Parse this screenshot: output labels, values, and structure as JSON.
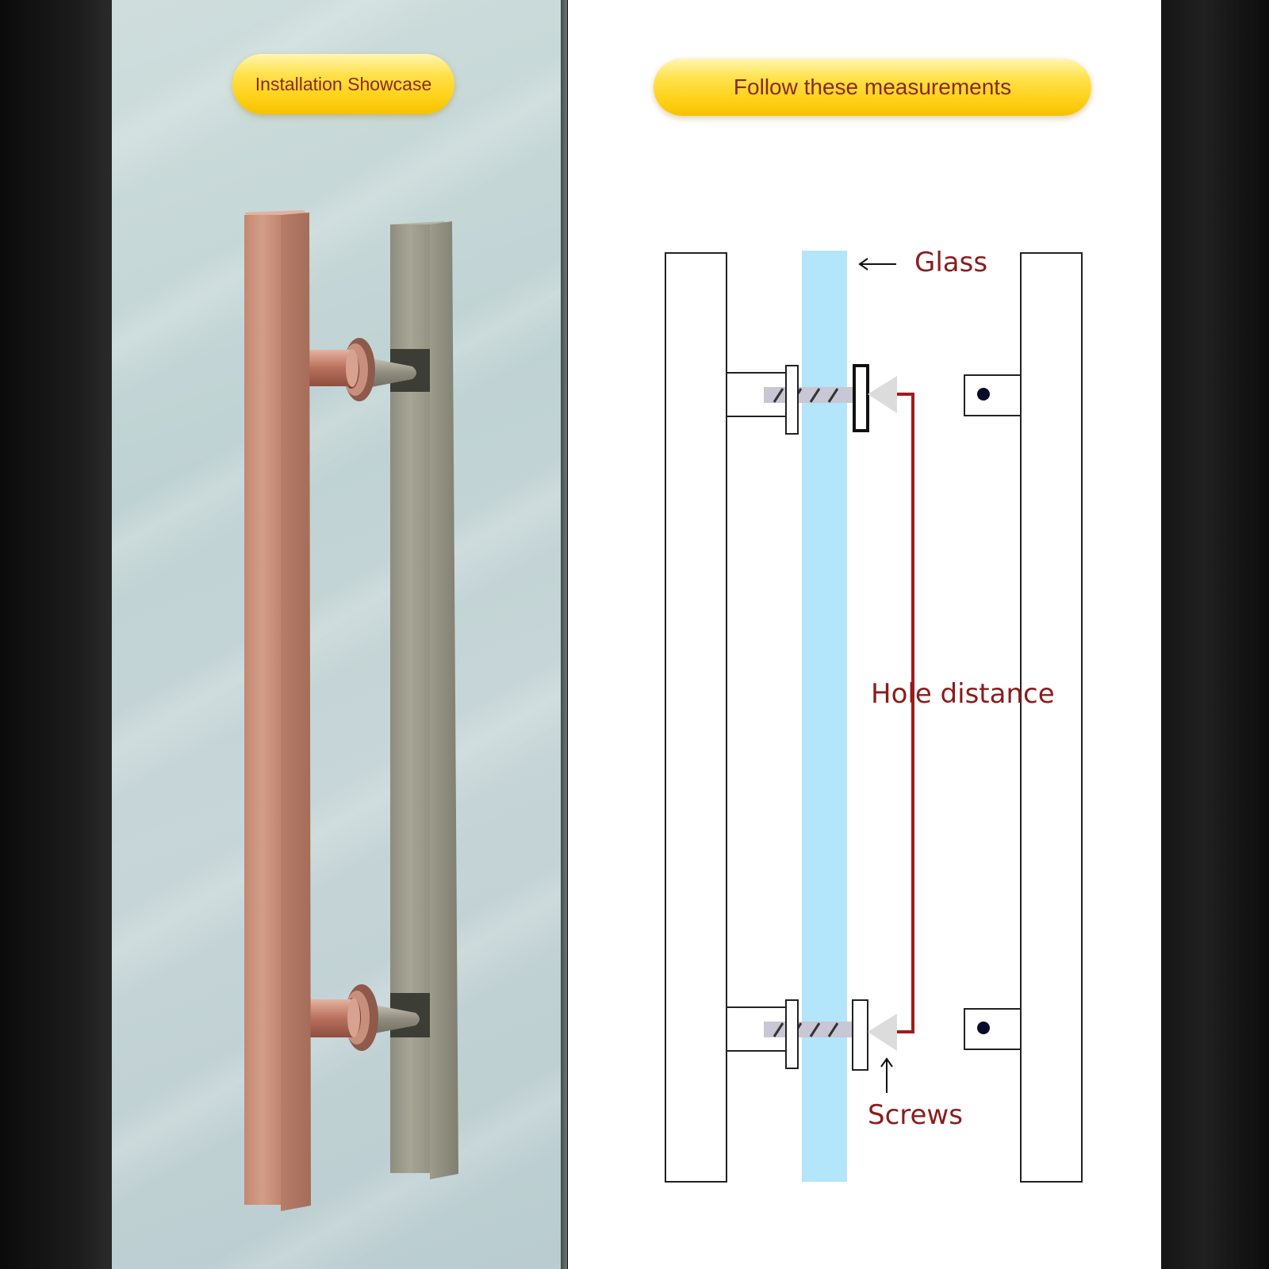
{
  "showcase": {
    "title": "Installation Showcase"
  },
  "diagram": {
    "title": "Follow these measurements",
    "labels": {
      "glass": "Glass",
      "hole_distance": "Hole distance",
      "screws": "Screws"
    }
  },
  "colors": {
    "pill_fill": "#ffd21a",
    "pill_text": "#8a2a1a",
    "label_text": "#8b1c1c",
    "glass": "#b3e5fb",
    "dimension_line": "#a01c1c",
    "handle_copper": "#c9907a",
    "handle_gray": "#9a9a88"
  }
}
